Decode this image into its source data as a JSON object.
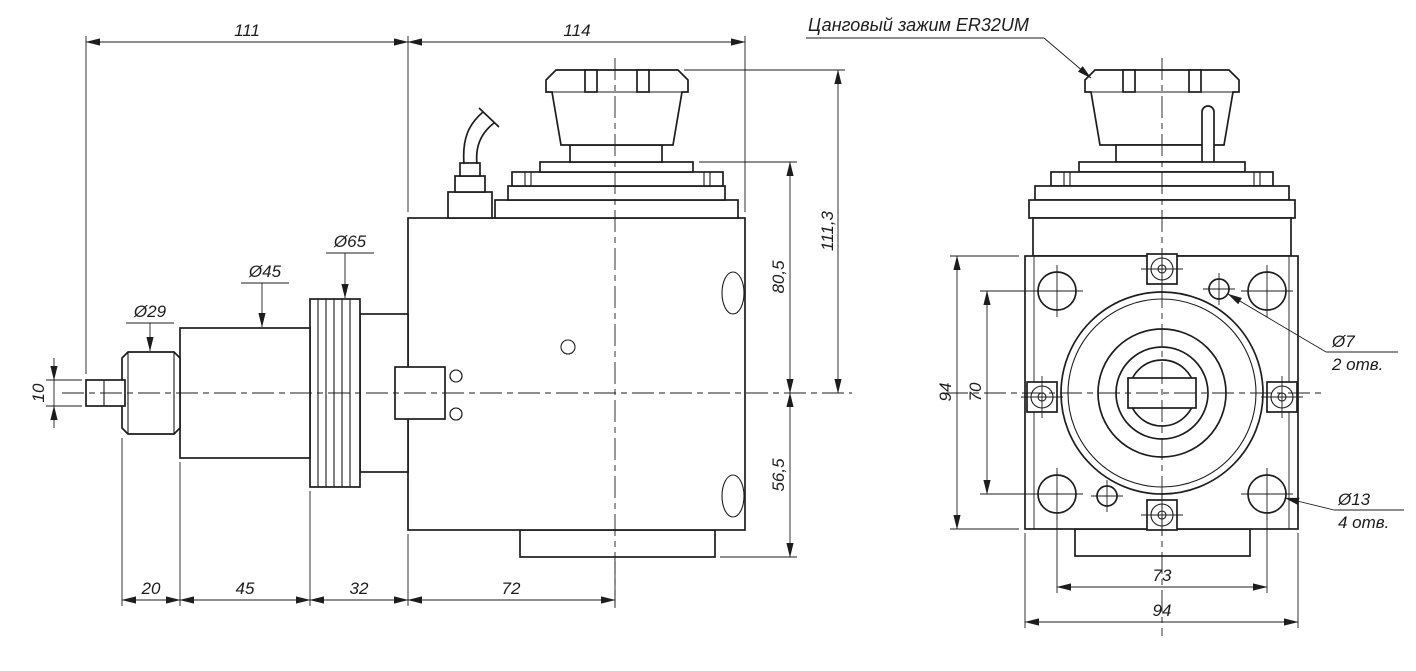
{
  "drawing": {
    "callout_title": "Цанговый зажим ER32UM",
    "colors": {
      "line": "#1d1d1d",
      "background": "#ffffff"
    },
    "side_view": {
      "dims": {
        "top_width_left": "111",
        "top_width_right": "114",
        "height_total": "111,3",
        "height_upper": "80,5",
        "height_lower": "56,5",
        "shaft_dia": "10",
        "nut_dia": "Ø29",
        "cylinder_dia": "Ø45",
        "flange_dia": "Ø65",
        "bottom_seg_1": "20",
        "bottom_seg_2": "45",
        "bottom_seg_3": "32",
        "bottom_seg_4": "72"
      }
    },
    "front_view": {
      "dims": {
        "body_height": "94",
        "hole_spacing_v": "70",
        "hole_spacing_h": "73",
        "body_width": "94"
      },
      "callouts": {
        "small_hole_dia": "Ø7",
        "small_hole_qty": "2 отв.",
        "corner_hole_dia": "Ø13",
        "corner_hole_qty": "4 отв."
      }
    }
  }
}
